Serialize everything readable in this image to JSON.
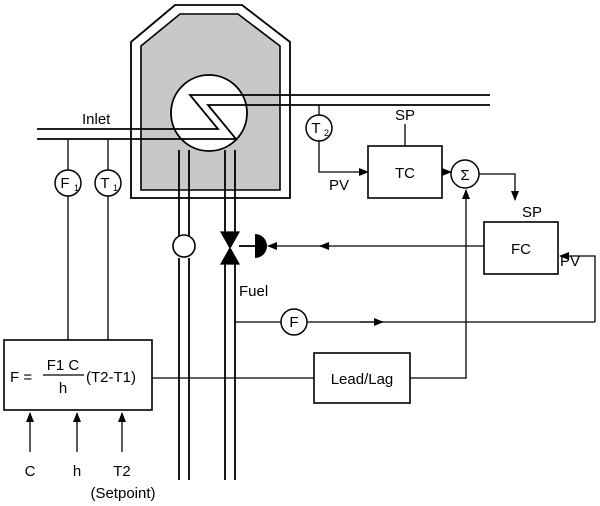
{
  "diagram": {
    "inlet_label": "Inlet",
    "fuel_label": "Fuel",
    "inlet_flow_instrument": {
      "letter": "F",
      "sub": "1"
    },
    "inlet_temp_instrument": {
      "letter": "T",
      "sub": "1"
    },
    "outlet_temp_instrument": {
      "letter": "T",
      "sub": "2"
    },
    "fuel_flow_instrument": "F",
    "tc_controller": "TC",
    "tc_setpoint": "SP",
    "tc_pv": "PV",
    "summer_symbol": "Σ",
    "fc_controller": "FC",
    "fc_setpoint": "SP",
    "fc_pv": "PV",
    "lead_lag_block": "Lead/Lag",
    "formula": {
      "lhs": "F =",
      "numerator": "F1 C",
      "denominator": "h",
      "tail": "(T2-T1)"
    },
    "inputs": {
      "c": "C",
      "h": "h",
      "t2": "T2",
      "t2_note": "(Setpoint)"
    }
  },
  "colors": {
    "furnace_fill": "#c8c8c8",
    "line": "#000000",
    "background": "#ffffff"
  }
}
